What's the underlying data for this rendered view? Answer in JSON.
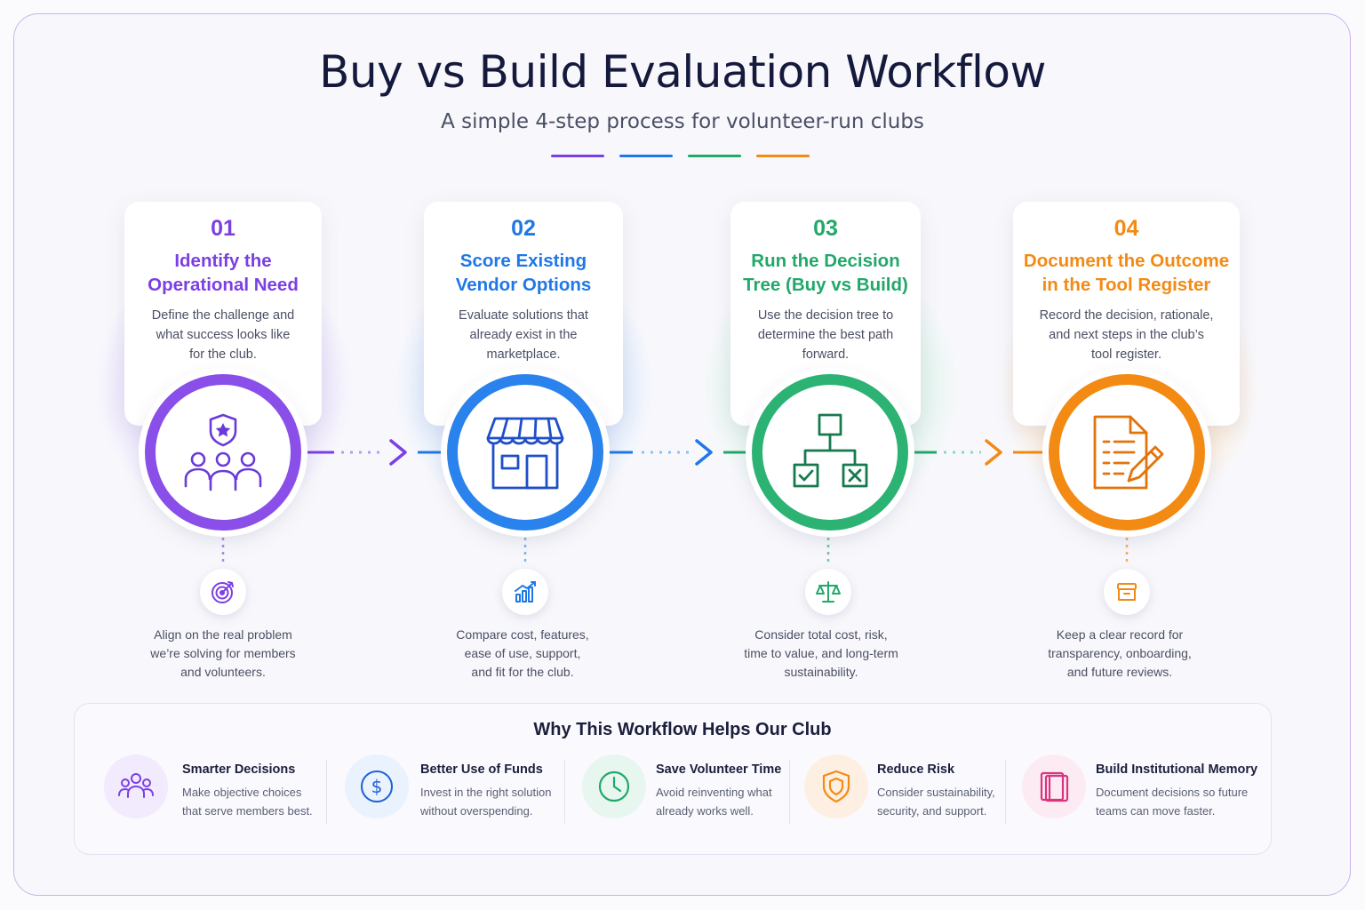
{
  "title": "Buy vs Build Evaluation Workflow",
  "subtitle": "A simple 4-step process for volunteer-run clubs",
  "colors": {
    "purple": "#7b3fe4",
    "blue": "#1f78e8",
    "green": "#22a86a",
    "orange": "#f38a14"
  },
  "steps": [
    {
      "number": "01",
      "title": "Identify the\nOperational Need",
      "description": "Define the challenge and\nwhat success looks like\nfor the club.",
      "icon": "shield-team-icon",
      "note_icon": "target-icon",
      "note": "Align on the real problem\nwe’re solving for members\nand volunteers."
    },
    {
      "number": "02",
      "title": "Score Existing\nVendor Options",
      "description": "Evaluate solutions that\nalready exist in the\nmarketplace.",
      "icon": "storefront-icon",
      "note_icon": "bar-chart-icon",
      "note": "Compare cost, features,\nease of use, support,\nand fit for the club."
    },
    {
      "number": "03",
      "title": "Run the Decision\nTree (Buy vs Build)",
      "description": "Use the decision tree to\ndetermine the best path\nforward.",
      "icon": "decision-tree-icon",
      "note_icon": "scale-icon",
      "note": "Consider total cost, risk,\ntime to value, and long-term\nsustainability."
    },
    {
      "number": "04",
      "title": "Document the Outcome\nin the Tool Register",
      "description": "Record the decision, rationale,\nand next steps in the club’s\ntool register.",
      "icon": "document-pencil-icon",
      "note_icon": "archive-box-icon",
      "note": "Keep a clear record for\ntransparency, onboarding,\nand future reviews."
    }
  ],
  "benefits": {
    "heading": "Why This Workflow Helps Our Club",
    "items": [
      {
        "title": "Smarter Decisions",
        "description": "Make objective choices\nthat serve members best.",
        "icon": "people-icon"
      },
      {
        "title": "Better Use of Funds",
        "description": "Invest in the right solution\nwithout overspending.",
        "icon": "dollar-icon"
      },
      {
        "title": "Save Volunteer Time",
        "description": "Avoid reinventing what\nalready works well.",
        "icon": "clock-icon"
      },
      {
        "title": "Reduce Risk",
        "description": "Consider sustainability,\nsecurity, and support.",
        "icon": "shield-icon"
      },
      {
        "title": "Build Institutional Memory",
        "description": "Document decisions so future\nteams can move faster.",
        "icon": "book-icon"
      }
    ]
  }
}
